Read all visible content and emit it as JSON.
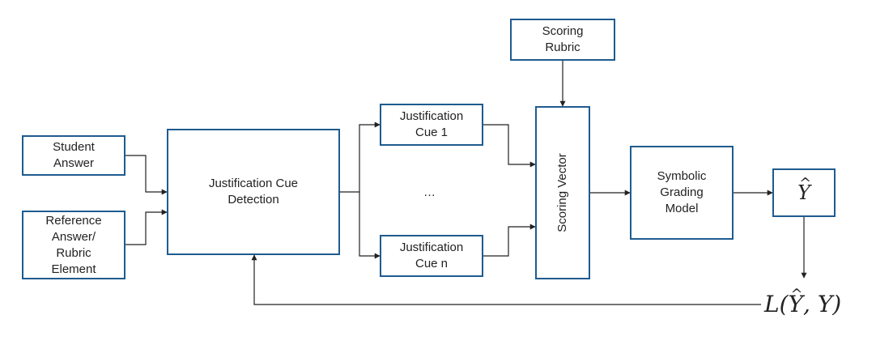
{
  "nodes": {
    "student_answer": "Student\nAnswer",
    "reference_answer": "Reference\nAnswer/\nRubric\nElement",
    "cue_detection": "Justification Cue\nDetection",
    "cue_1": "Justification\nCue 1",
    "cue_n": "Justification\nCue n",
    "ellipsis": "…",
    "scoring_rubric": "Scoring\nRubric",
    "scoring_vector": "Scoring Vector",
    "grading_model": "Symbolic\nGrading\nModel"
  },
  "math": {
    "y_hat_symbol": "Y",
    "hat_mark": "^",
    "loss_prefix": "L(",
    "loss_separator": ", Y)"
  },
  "colors": {
    "box_border": "#1f5b8f",
    "arrow": "#222222",
    "text": "#222222"
  }
}
